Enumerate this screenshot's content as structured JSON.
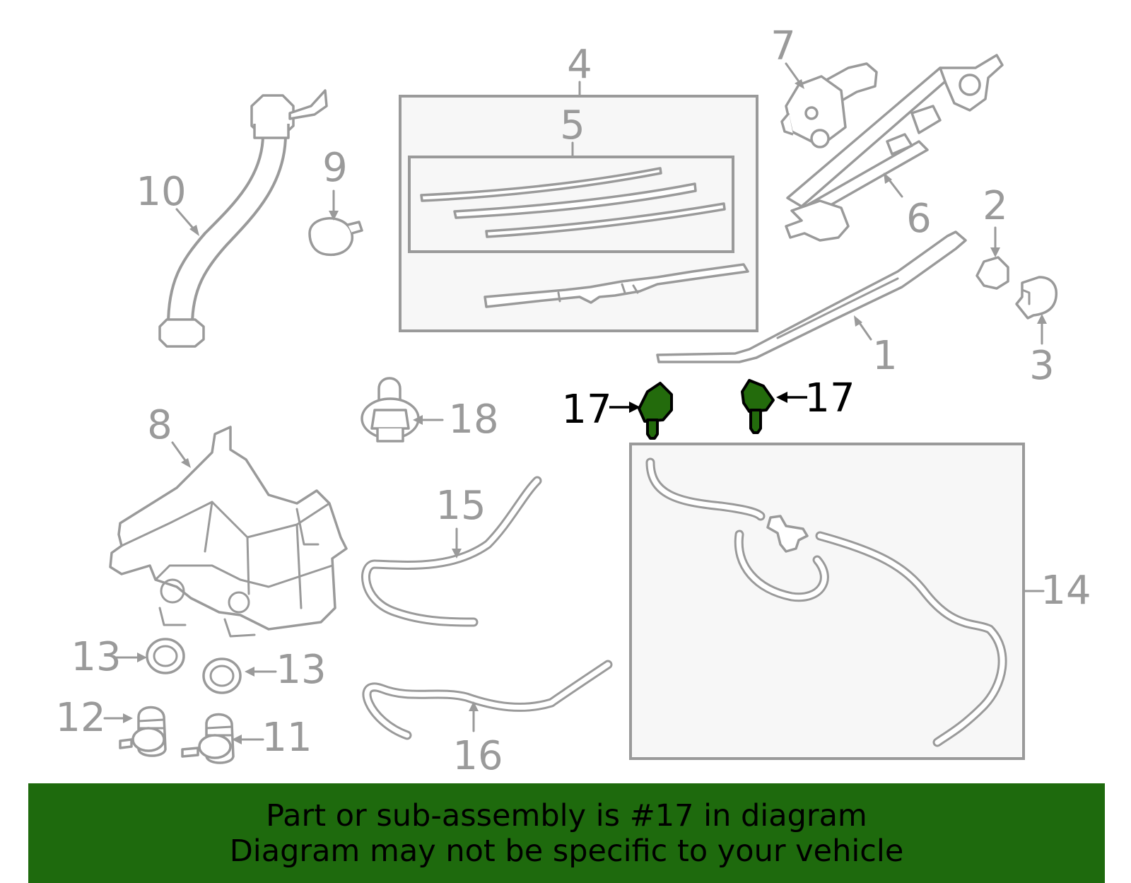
{
  "callouts": {
    "c1": "1",
    "c2": "2",
    "c3": "3",
    "c4": "4",
    "c5": "5",
    "c6": "6",
    "c7": "7",
    "c8": "8",
    "c9": "9",
    "c10": "10",
    "c11": "11",
    "c12": "12",
    "c13a": "13",
    "c13b": "13",
    "c14": "14",
    "c15": "15",
    "c16": "16",
    "c17a": "17",
    "c17b": "17",
    "c18": "18"
  },
  "highlight": {
    "part_number": "17",
    "color": "#236b0c"
  },
  "banner": {
    "line1": "Part or sub-assembly is #17 in diagram",
    "line2": "Diagram may not be specific to your vehicle",
    "background": "#1e6a0d"
  },
  "colors": {
    "line": "#9a9a9a",
    "box_fill": "#f7f7f7",
    "text_highlight": "#000000"
  }
}
